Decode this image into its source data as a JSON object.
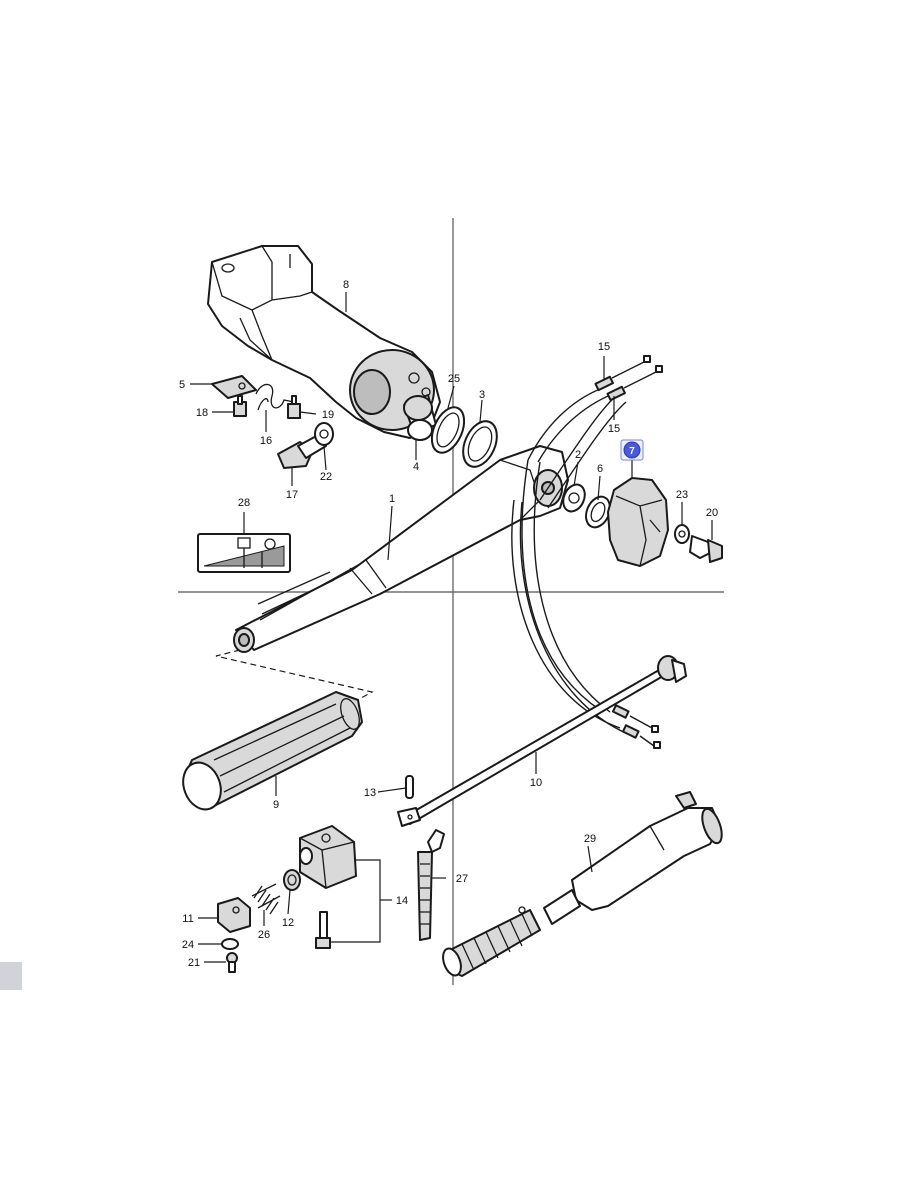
{
  "diagram": {
    "callouts": [
      {
        "id": "c1",
        "label": "1"
      },
      {
        "id": "c2",
        "label": "2"
      },
      {
        "id": "c3",
        "label": "3"
      },
      {
        "id": "c4",
        "label": "4"
      },
      {
        "id": "c5",
        "label": "5"
      },
      {
        "id": "c6",
        "label": "6"
      },
      {
        "id": "c7",
        "label": "7"
      },
      {
        "id": "c8",
        "label": "8"
      },
      {
        "id": "c9",
        "label": "9"
      },
      {
        "id": "c10",
        "label": "10"
      },
      {
        "id": "c11",
        "label": "11"
      },
      {
        "id": "c12",
        "label": "12"
      },
      {
        "id": "c13",
        "label": "13"
      },
      {
        "id": "c14",
        "label": "14"
      },
      {
        "id": "c15a",
        "label": "15"
      },
      {
        "id": "c15b",
        "label": "15"
      },
      {
        "id": "c16",
        "label": "16"
      },
      {
        "id": "c17",
        "label": "17"
      },
      {
        "id": "c18",
        "label": "18"
      },
      {
        "id": "c19",
        "label": "19"
      },
      {
        "id": "c20",
        "label": "20"
      },
      {
        "id": "c21",
        "label": "21"
      },
      {
        "id": "c22",
        "label": "22"
      },
      {
        "id": "c23",
        "label": "23"
      },
      {
        "id": "c24",
        "label": "24"
      },
      {
        "id": "c25",
        "label": "25"
      },
      {
        "id": "c26",
        "label": "26"
      },
      {
        "id": "c27",
        "label": "27"
      },
      {
        "id": "c28",
        "label": "28"
      },
      {
        "id": "c29",
        "label": "29"
      }
    ],
    "highlighted_part": "7",
    "highlight_color": "#4a5bd8"
  }
}
